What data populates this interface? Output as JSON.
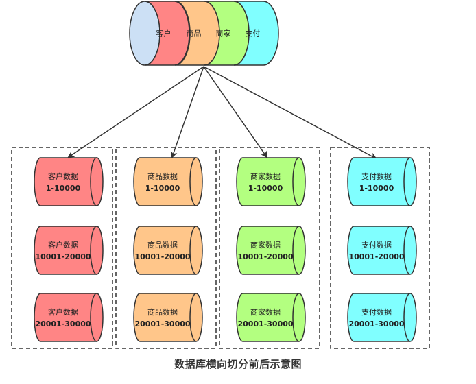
{
  "source": {
    "segments": [
      {
        "label": "客户",
        "color": "#ff8585"
      },
      {
        "label": "商品",
        "color": "#ffc68a"
      },
      {
        "label": "商家",
        "color": "#b3ff80"
      },
      {
        "label": "支付",
        "color": "#80ffff"
      }
    ],
    "cap_color": "#cce0f5"
  },
  "groups": [
    {
      "color": "#ff8585",
      "dbs": [
        {
          "name": "客户数据",
          "range": "1-10000"
        },
        {
          "name": "客户数据",
          "range": "10001-20000"
        },
        {
          "name": "客户数据",
          "range": "20001-30000"
        }
      ]
    },
    {
      "color": "#ffc68a",
      "dbs": [
        {
          "name": "商品数据",
          "range": "1-10000"
        },
        {
          "name": "商品数据",
          "range": "10001-20000"
        },
        {
          "name": "商品数据",
          "range": "20001-30000"
        }
      ]
    },
    {
      "color": "#b3ff80",
      "dbs": [
        {
          "name": "商家数据",
          "range": "1-10000"
        },
        {
          "name": "商家数据",
          "range": "10001-20000"
        },
        {
          "name": "商家数据",
          "range": "20001-30000"
        }
      ]
    },
    {
      "color": "#80ffff",
      "dbs": [
        {
          "name": "支付数据",
          "range": "1-10000"
        },
        {
          "name": "支付数据",
          "range": "10001-20000"
        },
        {
          "name": "支付数据",
          "range": "20001-30000"
        }
      ]
    }
  ],
  "caption": "数据库横向切分前后示意图"
}
